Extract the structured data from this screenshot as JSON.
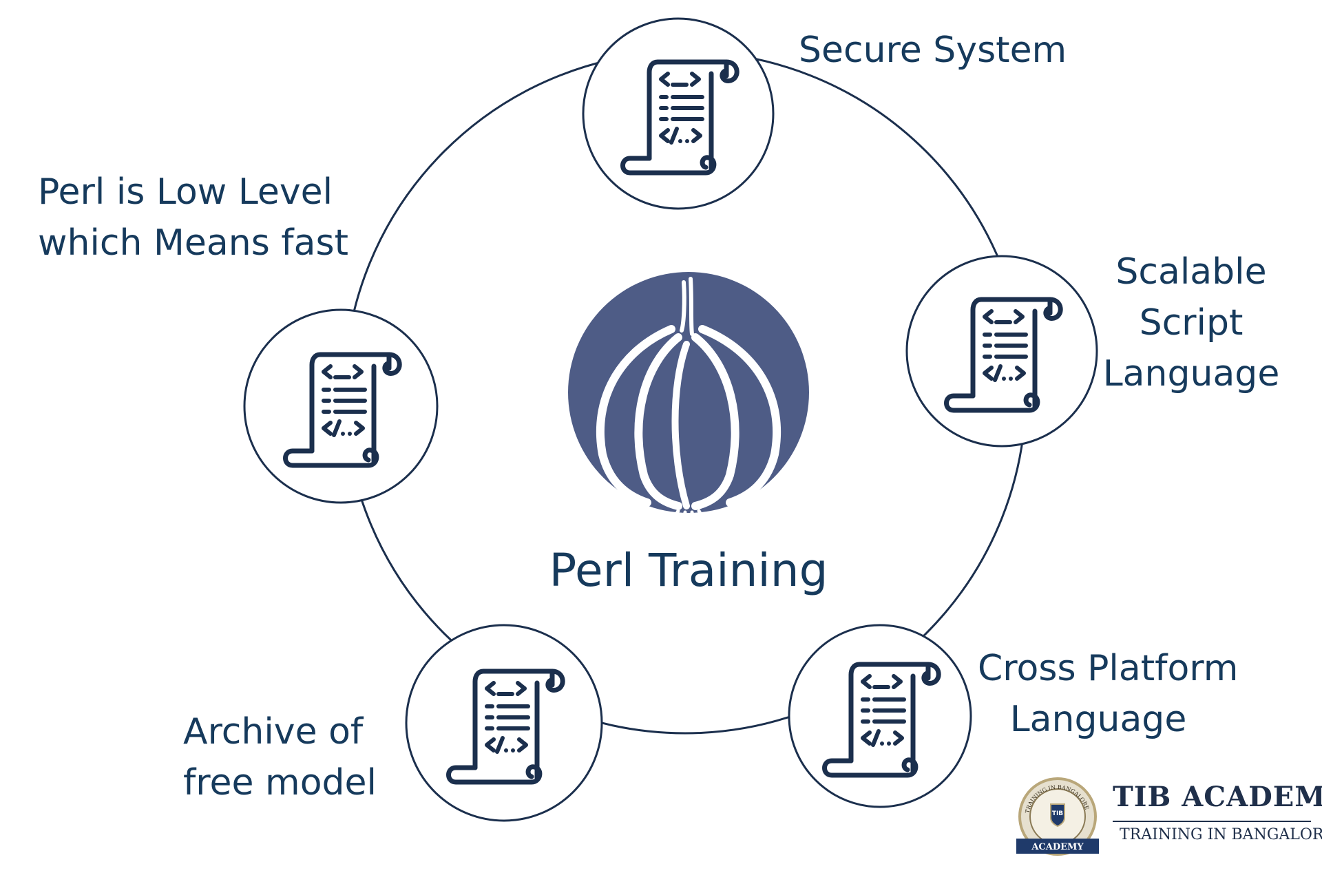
{
  "diagram": {
    "center_label": "Perl Training",
    "nodes": [
      {
        "lines": [
          "Secure System"
        ]
      },
      {
        "lines": [
          "Scalable",
          "Script",
          "Language"
        ]
      },
      {
        "lines": [
          "Cross Platform",
          "Language"
        ]
      },
      {
        "lines": [
          "Archive of",
          "free model"
        ]
      },
      {
        "lines": [
          "Perl is Low Level",
          "which Means fast"
        ]
      }
    ],
    "icon": "code-scroll-icon",
    "center_icon": "perl-onion-logo"
  },
  "brand": {
    "name": "TIB ACADEMY",
    "tagline": "TRAINING IN BANGALORE",
    "seal_arc_text": "TRAINING IN BANGALORE",
    "seal_banner": "ACADEMY",
    "seal_center": "TIB"
  },
  "colors": {
    "text": "#163a5c",
    "line": "#1b2f4d",
    "onion_bg": "#4e5c86",
    "white": "#ffffff"
  }
}
